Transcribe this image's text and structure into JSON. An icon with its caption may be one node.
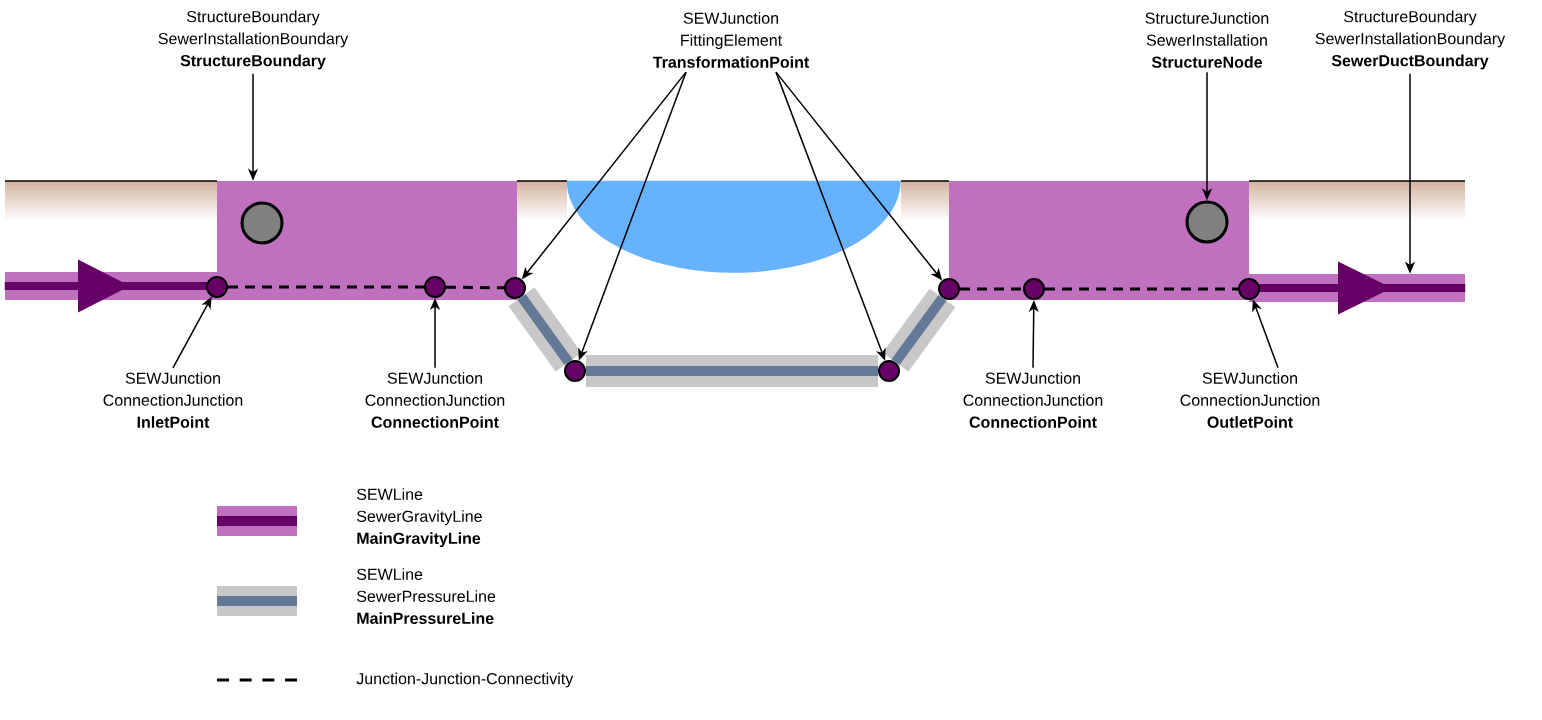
{
  "diagram": {
    "nodes": [
      {
        "text": [
          "StructureBoundary",
          "SewerInstallationBoundary",
          "StructureBoundary"
        ]
      },
      {
        "text": [
          "SEWJunction",
          "FittingElement",
          "TransformationPoint"
        ]
      },
      {
        "text": [
          "StructureJunction",
          "SewerInstallation",
          "StructureNode"
        ]
      },
      {
        "text": [
          "StructureBoundary",
          "SewerInstallationBoundary",
          "SewerDuctBoundary"
        ]
      },
      {
        "text": [],
        "shape": "box"
      },
      {
        "text": [],
        "shape": "circle",
        "in": 4
      },
      {
        "text": [],
        "shape": "semicircle"
      },
      {
        "text": [],
        "shape": "box"
      },
      {
        "text": [],
        "shape": "circle",
        "in": 7
      },
      {
        "text": [],
        "shape": "bar"
      },
      {
        "text": [],
        "shape": "circle"
      },
      {
        "text": [],
        "shape": "circle",
        "in": 4
      },
      {
        "text": [],
        "shape": "circle"
      },
      {
        "text": [],
        "shape": "circle"
      },
      {
        "text": [],
        "shape": "circle"
      },
      {
        "text": [],
        "shape": "circle"
      },
      {
        "text": [],
        "shape": "circle",
        "in": 7
      },
      {
        "text": [],
        "shape": "circle"
      },
      {
        "text": [],
        "shape": "bar"
      },
      {
        "text": [
          "SEWJunction",
          "ConnectionJunction",
          "InletPoint"
        ]
      },
      {
        "text": [
          "SEWJunction",
          "ConnectionJunction",
          "ConnectionPoint"
        ]
      },
      {
        "text": [
          "SEWJunction",
          "ConnectionJunction",
          "ConnectionPoint"
        ]
      },
      {
        "text": [
          "SEWJunction",
          "ConnectionJunction",
          "OutletPoint"
        ]
      }
    ],
    "edges": [
      {
        "from": 0,
        "to": 4,
        "arrow": "to"
      },
      {
        "from": 1,
        "to": 12,
        "arrow": "to"
      },
      {
        "from": 1,
        "to": 13,
        "arrow": "to"
      },
      {
        "from": 1,
        "to": 14,
        "arrow": "to"
      },
      {
        "from": 1,
        "to": 15,
        "arrow": "to"
      },
      {
        "from": 2,
        "to": 8,
        "arrow": "to"
      },
      {
        "from": 3,
        "to": 18,
        "arrow": "to"
      },
      {
        "from": 19,
        "to": 10,
        "arrow": "to"
      },
      {
        "from": 20,
        "to": 11,
        "arrow": "to"
      },
      {
        "from": 21,
        "to": 16,
        "arrow": "to"
      },
      {
        "from": 22,
        "to": 17,
        "arrow": "to"
      },
      {
        "from": 10,
        "to": 11,
        "arrow": "none",
        "style": "dashed"
      },
      {
        "from": 11,
        "to": 12,
        "arrow": "none",
        "style": "dashed"
      },
      {
        "from": 12,
        "to": 13,
        "arrow": "none",
        "style": "thick",
        "color": "#c8c8c8"
      },
      {
        "from": 13,
        "to": 14,
        "arrow": "none",
        "style": "thick",
        "color": "#c8c8c8"
      },
      {
        "from": 14,
        "to": 15,
        "arrow": "none",
        "style": "thick",
        "color": "#c8c8c8"
      },
      {
        "from": 15,
        "to": 16,
        "arrow": "none",
        "style": "dashed"
      },
      {
        "from": 16,
        "to": 17,
        "arrow": "none",
        "style": "dashed"
      }
    ],
    "legend": [
      {
        "text": "SEWLine SewerGravityLine **MainGravityLine**"
      },
      {
        "text": "SEWLine SewerPressureLine **MainPressureLine**"
      },
      {
        "text": "Junction-Junction-Connectivity"
      }
    ]
  }
}
